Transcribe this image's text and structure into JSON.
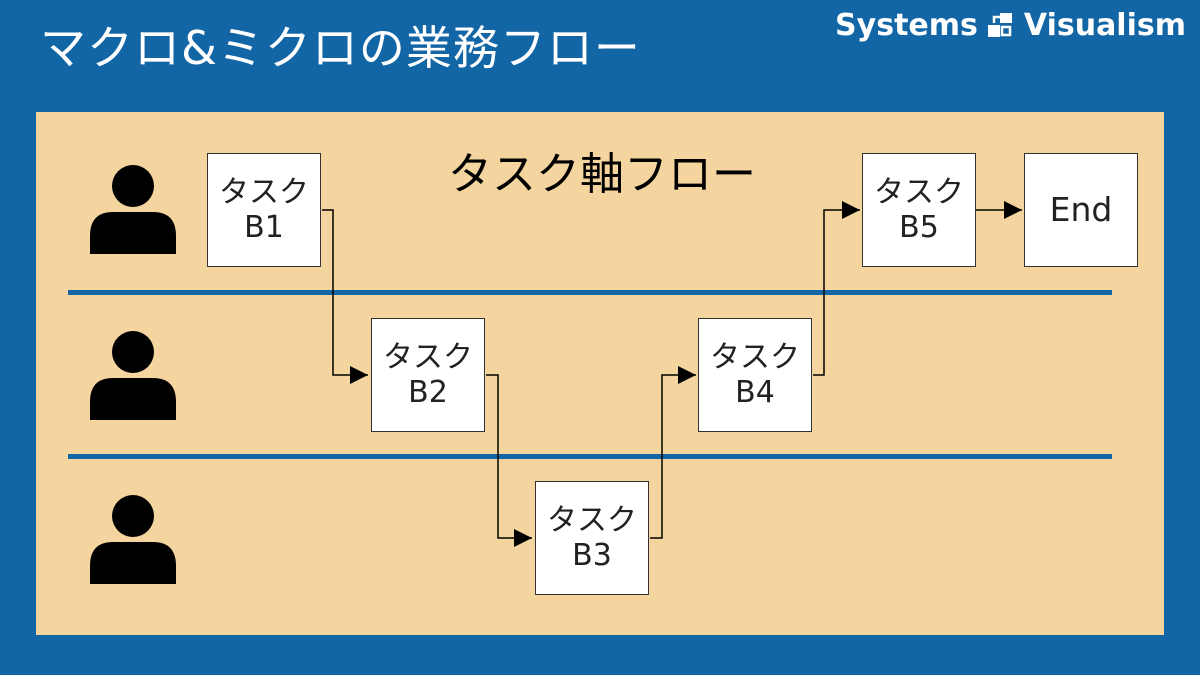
{
  "header": {
    "title": "マクロ&ミクロの業務フロー",
    "brand_left": "Systems",
    "brand_right": "Visualism",
    "brand_color": "#1366A6"
  },
  "diagram": {
    "title": "タスク軸フロー",
    "panel_color": "#F4D49F",
    "lanes": [
      {
        "icon": "person-icon"
      },
      {
        "icon": "person-icon"
      },
      {
        "icon": "person-icon"
      }
    ],
    "tasks": [
      {
        "id": "b1",
        "label": "タスク",
        "code": "B1",
        "lane": 1
      },
      {
        "id": "b2",
        "label": "タスク",
        "code": "B2",
        "lane": 2
      },
      {
        "id": "b3",
        "label": "タスク",
        "code": "B3",
        "lane": 3
      },
      {
        "id": "b4",
        "label": "タスク",
        "code": "B4",
        "lane": 2
      },
      {
        "id": "b5",
        "label": "タスク",
        "code": "B5",
        "lane": 1
      }
    ],
    "end": {
      "id": "end",
      "label": "End",
      "lane": 1
    },
    "edges": [
      [
        "b1",
        "b2"
      ],
      [
        "b2",
        "b3"
      ],
      [
        "b3",
        "b4"
      ],
      [
        "b4",
        "b5"
      ],
      [
        "b5",
        "end"
      ]
    ]
  }
}
